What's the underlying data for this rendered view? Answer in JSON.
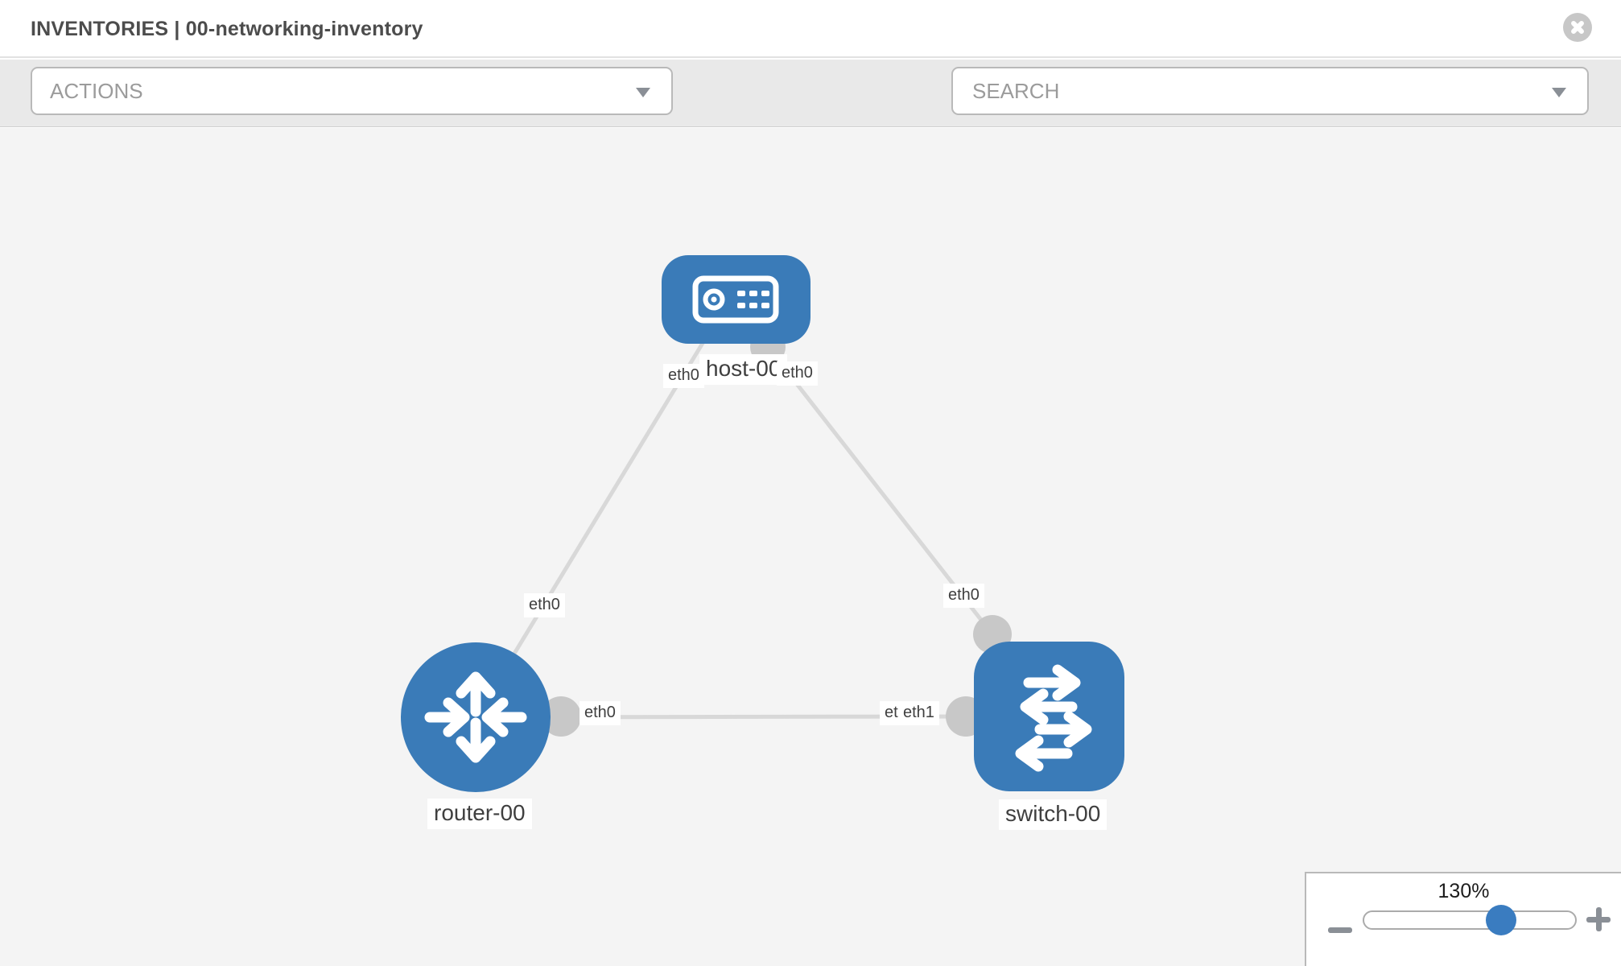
{
  "header": {
    "title": "INVENTORIES | 00-networking-inventory"
  },
  "toolbar": {
    "actions_label": "ACTIONS",
    "search_placeholder": "SEARCH"
  },
  "icons": {
    "close": "x-circle-icon",
    "wrench": "wrench-icon",
    "key": "key-icon",
    "caret": "caret-down-icon",
    "minus": "minus-icon",
    "plus": "plus-icon"
  },
  "colors": {
    "node_blue": "#3a7bb8",
    "link_gray": "#d8d8d8",
    "connector_gray": "#c8c8c8",
    "toolbar_gray": "#e9e9e9",
    "canvas_gray": "#f4f4f4",
    "knob_blue": "#3a7cc0"
  },
  "topology": {
    "nodes": [
      {
        "id": "host-00",
        "label": "host-00",
        "type": "host"
      },
      {
        "id": "router-00",
        "label": "router-00",
        "type": "router"
      },
      {
        "id": "switch-00",
        "label": "switch-00",
        "type": "switch"
      }
    ],
    "links": [
      {
        "from": "router-00",
        "to": "host-00",
        "from_interface": "eth0",
        "to_interface": "eth0"
      },
      {
        "from": "switch-00",
        "to": "host-00",
        "from_interface": "eth0",
        "to_interface": "eth0"
      },
      {
        "from": "router-00",
        "to": "switch-00",
        "from_interface": "eth0",
        "to_interface": "eth1",
        "occluded_label": "eth0"
      }
    ]
  },
  "zoom_control": {
    "level": "130%",
    "slider_percent": 64
  }
}
